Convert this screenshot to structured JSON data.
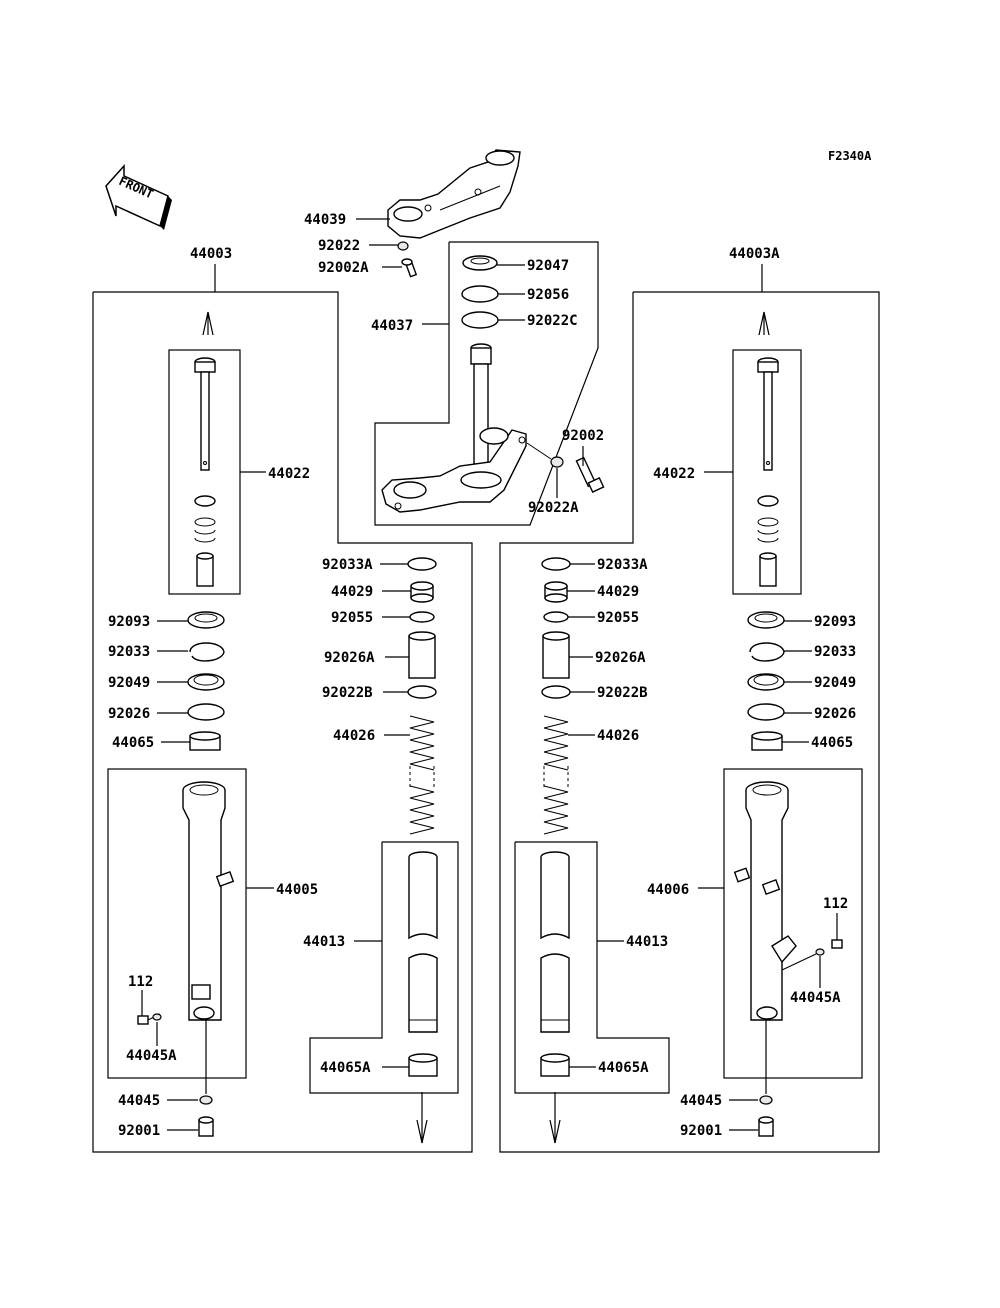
{
  "figure_code": "F2340A",
  "front_text": "FRONT",
  "labels": {
    "l44039": "44039",
    "l92022": "92022",
    "l92002A": "92002A",
    "l44003": "44003",
    "l44003A": "44003A",
    "l92047": "92047",
    "l92056": "92056",
    "l92022C": "92022C",
    "l44037": "44037",
    "l92002": "92002",
    "l92022A_top": "92022A",
    "l44022_left": "44022",
    "l44022_right": "44022",
    "l92033A_l": "92033A",
    "l92033A_r": "92033A",
    "l44029_l": "44029",
    "l44029_r": "44029",
    "l92055_l": "92055",
    "l92055_r": "92055",
    "l92026A_l": "92026A",
    "l92026A_r": "92026A",
    "l92022B_l": "92022B",
    "l92022B_r": "92022B",
    "l44026_l": "44026",
    "l44026_r": "44026",
    "l92093_l": "92093",
    "l92093_r": "92093",
    "l92033_l": "92033",
    "l92033_r": "92033",
    "l92049_l": "92049",
    "l92049_r": "92049",
    "l92026_l": "92026",
    "l92026_r": "92026",
    "l44065_l": "44065",
    "l44065_r": "44065",
    "l44005": "44005",
    "l44006": "44006",
    "l44013_l": "44013",
    "l44013_r": "44013",
    "l112_l": "112",
    "l112_r": "112",
    "l44045A_l": "44045A",
    "l44045A_r": "44045A",
    "l44065A_l": "44065A",
    "l44065A_r": "44065A",
    "l44045_l": "44045",
    "l44045_r": "44045",
    "l92001_l": "92001",
    "l92001_r": "92001"
  }
}
